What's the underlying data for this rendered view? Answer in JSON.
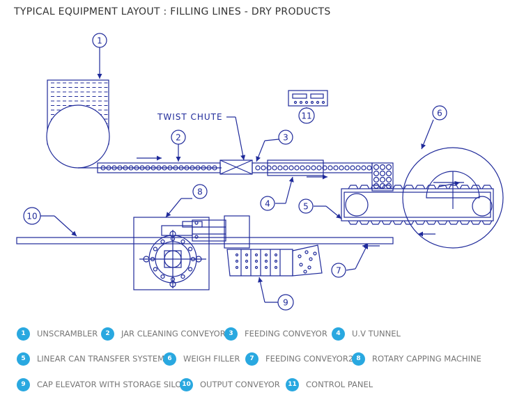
{
  "title": "TYPICAL EQUIPMENT LAYOUT : FILLING LINES - DRY PRODUCTS",
  "diagram": {
    "label_twist_chute": "TWIST CHUTE",
    "callouts": [
      "1",
      "2",
      "3",
      "4",
      "5",
      "6",
      "7",
      "8",
      "9",
      "10",
      "11"
    ],
    "colors": {
      "line": "#1f2a9a",
      "badge": "#29a8e0",
      "legend_text": "#777777"
    }
  },
  "legend": [
    {
      "num": "1",
      "label": "UNSCRAMBLER"
    },
    {
      "num": "2",
      "label": "JAR CLEANING CONVEYOR"
    },
    {
      "num": "3",
      "label": "FEEDING CONVEYOR"
    },
    {
      "num": "4",
      "label": "U.V TUNNEL"
    },
    {
      "num": "5",
      "label": "LINEAR CAN TRANSFER SYSTEM"
    },
    {
      "num": "6",
      "label": "WEIGH FILLER"
    },
    {
      "num": "7",
      "label": "FEEDING CONVEYOR2"
    },
    {
      "num": "8",
      "label": "ROTARY CAPPING MACHINE"
    },
    {
      "num": "9",
      "label": "CAP ELEVATOR WITH STORAGE SILO"
    },
    {
      "num": "10",
      "label": "OUTPUT CONVEYOR"
    },
    {
      "num": "11",
      "label": "CONTROL PANEL"
    }
  ]
}
